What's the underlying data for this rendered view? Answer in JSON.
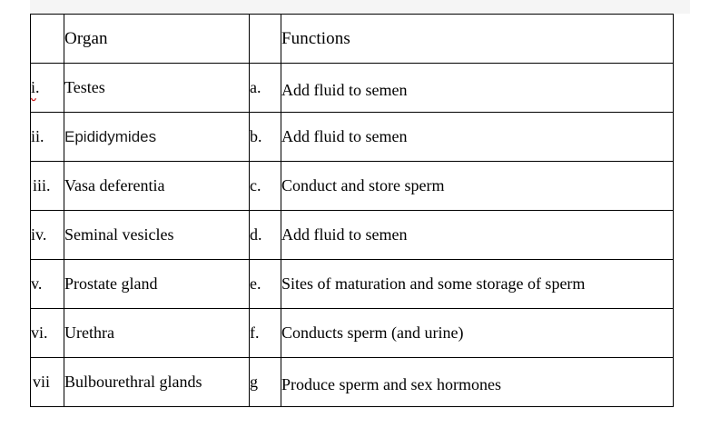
{
  "document": {
    "type": "matching-exercise-table",
    "banner_color": "#f5f5f5",
    "border_color": "#000000",
    "text_color": "#000000",
    "spellcheck_underline_color": "#cc2222"
  },
  "table": {
    "headers": {
      "numeral_col": "",
      "organ_col": "Organ",
      "letter_col": "",
      "functions_col": "Functions"
    },
    "rows": [
      {
        "numeral": "i.",
        "organ": "Testes",
        "letter": "a.",
        "function": "Add fluid to semen",
        "function_align": "top",
        "organ_font": "serif",
        "spellcheck_flag": true
      },
      {
        "numeral": "ii.",
        "organ": "Epididymides",
        "letter": "b.",
        "function": "Add fluid to semen",
        "function_align": "middle",
        "organ_font": "sans",
        "spellcheck_flag": false
      },
      {
        "numeral": "iii.",
        "organ": "Vasa deferentia",
        "letter": "c.",
        "function": "Conduct and store sperm",
        "function_align": "middle",
        "organ_font": "serif",
        "spellcheck_flag": false
      },
      {
        "numeral": "iv.",
        "organ": "Seminal vesicles",
        "letter": "d.",
        "function": "Add fluid to semen",
        "function_align": "middle",
        "organ_font": "serif",
        "spellcheck_flag": false
      },
      {
        "numeral": "v.",
        "organ": "Prostate gland",
        "letter": "e.",
        "function": "Sites of maturation and some storage of sperm",
        "function_align": "middle",
        "organ_font": "serif",
        "spellcheck_flag": false
      },
      {
        "numeral": "vi.",
        "organ": "Urethra",
        "letter": "f.",
        "function": "Conducts sperm (and urine)",
        "function_align": "middle",
        "organ_font": "serif",
        "spellcheck_flag": false
      },
      {
        "numeral": "vii",
        "organ": "Bulbourethral glands",
        "letter": "g",
        "function": "Produce sperm and sex hormones",
        "function_align": "top",
        "organ_font": "serif",
        "spellcheck_flag": false
      }
    ]
  }
}
